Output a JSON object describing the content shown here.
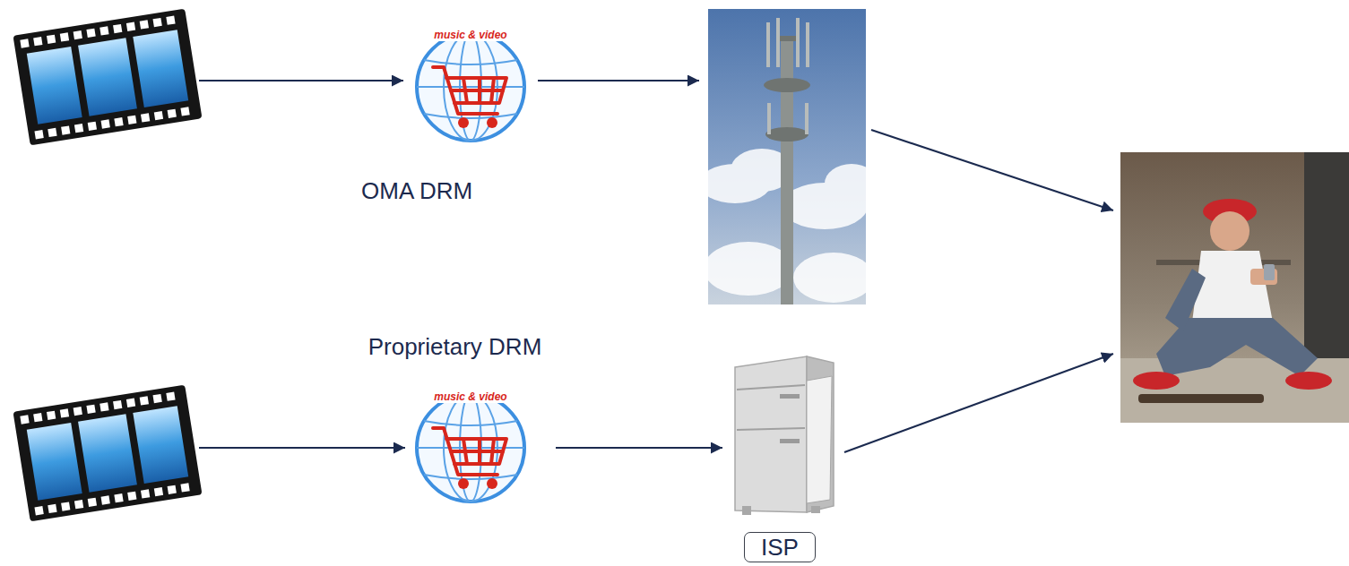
{
  "diagram": {
    "nodes": [
      {
        "text": [
          "OMA DRM"
        ]
      },
      {
        "text": [
          "Proprietary DRM"
        ]
      },
      {
        "text": [
          "ISP"
        ]
      }
    ],
    "edges": [
      {
        "from": 1,
        "to": 2,
        "arrow": "to"
      }
    ],
    "labels": [
      "music & video",
      "music & video"
    ]
  }
}
